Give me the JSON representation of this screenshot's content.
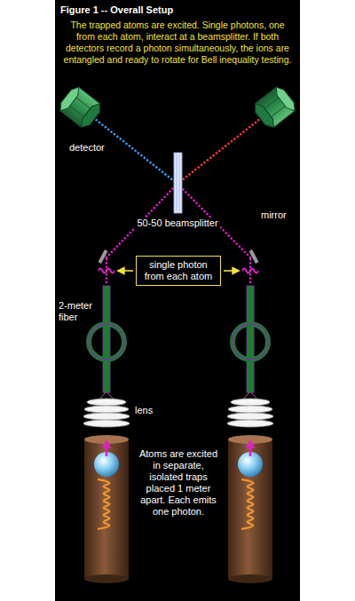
{
  "diagram": {
    "title": "Figure 1 -- Overall Setup",
    "caption": "The trapped atoms are excited. Single photons, one from each atom, interact at a beamsplitter. If both detectors record a photon simultaneously, the ions are entangled and ready to rotate for Bell inequality testing.",
    "nodes": [
      {
        "text": [
          "single photon from each atom"
        ]
      }
    ],
    "labels": [
      "detector",
      "50-50 beamsplitter",
      "mirror",
      "2-meter fiber",
      "lens",
      "Atoms are excited in separate, isolated traps placed 1 meter apart. Each emits one photon."
    ]
  }
}
